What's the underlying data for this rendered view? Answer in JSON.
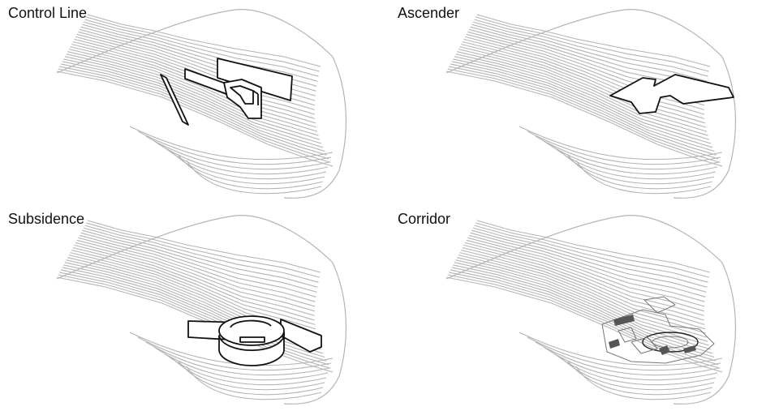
{
  "panels": [
    {
      "title": "Control Line"
    },
    {
      "title": "Ascender"
    },
    {
      "title": "Subsidence"
    },
    {
      "title": "Corridor"
    }
  ],
  "colors": {
    "background": "#ffffff",
    "contour": "#b4b4b4",
    "structure": "#111111",
    "fill_dark": "#555555"
  }
}
